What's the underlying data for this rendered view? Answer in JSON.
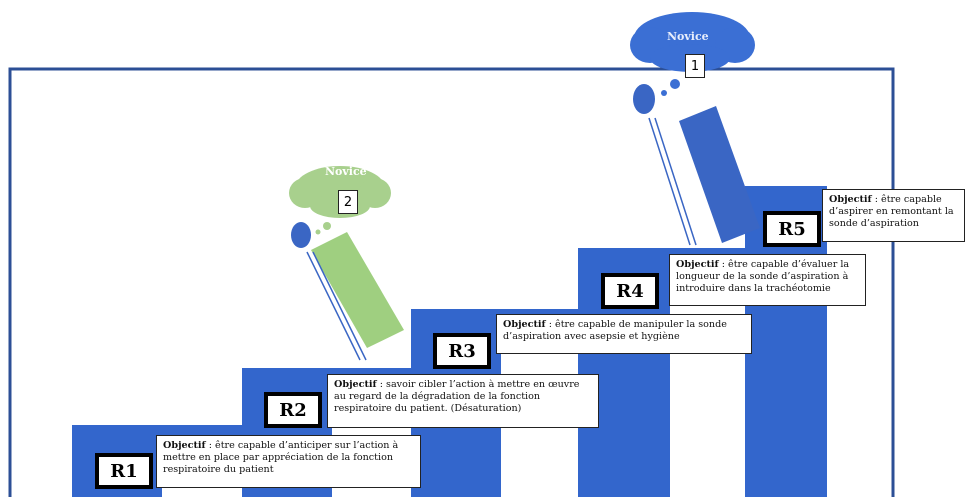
{
  "colors": {
    "stair_blue": "#3366cc",
    "frame_blue": "#2c4f96",
    "cloud1": "#3b6fd4",
    "cloud2": "#a8d08d",
    "figure1": "#3a66c4",
    "figure2": "#9fcf80"
  },
  "figures": [
    {
      "cloud_text": "Novice",
      "number": "1"
    },
    {
      "cloud_text": "Novice",
      "number": "2"
    }
  ],
  "steps": [
    {
      "label": "R1",
      "objective_title": "Objectif",
      "objective_text": " : être capable d’anticiper sur l’action à mettre en place par appréciation de la fonction respiratoire du patient"
    },
    {
      "label": "R2",
      "objective_title": "Objectif",
      "objective_text": " : savoir cibler l’action à mettre en œuvre au regard de la dégradation de la fonction respiratoire du patient. (Désaturation)"
    },
    {
      "label": "R3",
      "objective_title": "Objectif",
      "objective_text": " : être capable de manipuler la sonde d’aspiration avec asepsie et hygiène"
    },
    {
      "label": "R4",
      "objective_title": "Objectif",
      "objective_text": " : être capable d’évaluer la longueur de la sonde d’aspiration à introduire dans la trachéotomie"
    },
    {
      "label": "R5",
      "objective_title": "Objectif",
      "objective_text": " : être capable d’aspirer en remontant la sonde d’aspiration"
    }
  ]
}
